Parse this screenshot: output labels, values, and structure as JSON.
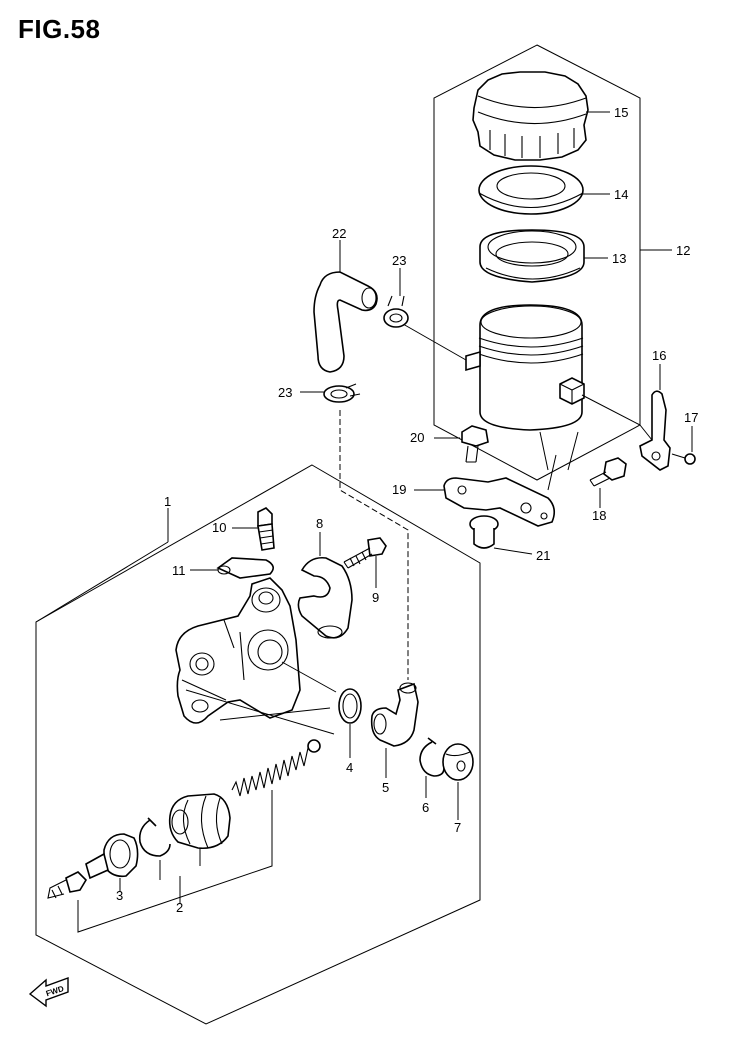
{
  "figure_title": "FIG.58",
  "fwd_label": "FWD",
  "callouts": {
    "p1": "1",
    "p2": "2",
    "p3": "3",
    "p4": "4",
    "p5": "5",
    "p6": "6",
    "p7": "7",
    "p8": "8",
    "p9": "9",
    "p10": "10",
    "p11": "11",
    "p12": "12",
    "p13": "13",
    "p14": "14",
    "p15": "15",
    "p16": "16",
    "p17": "17",
    "p18": "18",
    "p19": "19",
    "p20": "20",
    "p21": "21",
    "p22": "22",
    "p23a": "23",
    "p23b": "23"
  }
}
